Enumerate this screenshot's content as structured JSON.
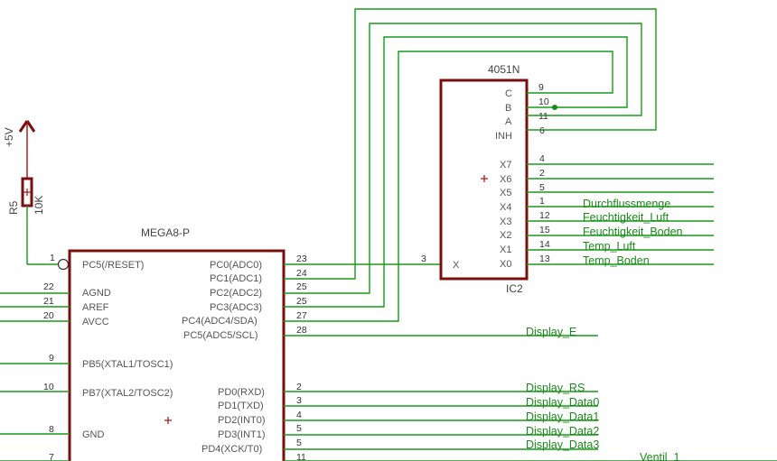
{
  "mega": {
    "name": "MEGA8-P",
    "left_pins": [
      {
        "num": "1",
        "label": "PC5(/RESET)"
      },
      {
        "num": "22",
        "label": "AGND"
      },
      {
        "num": "21",
        "label": "AREF"
      },
      {
        "num": "20",
        "label": "AVCC"
      },
      {
        "num": "9",
        "label": "PB5(XTAL1/TOSC1)"
      },
      {
        "num": "10",
        "label": "PB7(XTAL2/TOSC2)"
      },
      {
        "num": "8",
        "label": "GND"
      },
      {
        "num": "7",
        "label": ""
      }
    ],
    "right_pins": [
      {
        "num": "23",
        "label": "PC0(ADC0)"
      },
      {
        "num": "24",
        "label": "PC1(ADC1)"
      },
      {
        "num": "25",
        "label": "PC2(ADC2)"
      },
      {
        "num": "25",
        "label": "PC3(ADC3)"
      },
      {
        "num": "27",
        "label": "PC4(ADC4/SDA)"
      },
      {
        "num": "28",
        "label": "PC5(ADC5/SCL)"
      },
      {
        "num": "2",
        "label": "PD0(RXD)"
      },
      {
        "num": "3",
        "label": "PD1(TXD)"
      },
      {
        "num": "4",
        "label": "PD2(INT0)"
      },
      {
        "num": "5",
        "label": "PD3(INT1)"
      },
      {
        "num": "5",
        "label": "PD4(XCK/T0)"
      },
      {
        "num": "11",
        "label": ""
      }
    ]
  },
  "mux": {
    "name": "4051N",
    "ref": "IC2",
    "x_pin": {
      "num": "3",
      "label": "X"
    },
    "ctrl_pins": [
      {
        "num": "9",
        "label": "C"
      },
      {
        "num": "10",
        "label": "B"
      },
      {
        "num": "11",
        "label": "A"
      },
      {
        "num": "6",
        "label": "INH"
      }
    ],
    "ch_pins": [
      {
        "num": "4",
        "label": "X7"
      },
      {
        "num": "2",
        "label": "X6"
      },
      {
        "num": "5",
        "label": "X5"
      },
      {
        "num": "1",
        "label": "X4"
      },
      {
        "num": "12",
        "label": "X3"
      },
      {
        "num": "15",
        "label": "X2"
      },
      {
        "num": "14",
        "label": "X1"
      },
      {
        "num": "13",
        "label": "X0"
      }
    ]
  },
  "resistor": {
    "ref": "R5",
    "value": "10K",
    "supply": "+5V"
  },
  "nets": {
    "ch": [
      "Durchflussmenge",
      "Feuchtigkeit_Luft",
      "Feuchtigkeit_Boden",
      "Temp_Luft",
      "Temp_Boden"
    ],
    "display_e": "Display_E",
    "display": [
      "Display_RS",
      "Display_Data0",
      "Display_Data1",
      "Display_Data2",
      "Display_Data3"
    ],
    "ventil": "Ventil_1"
  }
}
